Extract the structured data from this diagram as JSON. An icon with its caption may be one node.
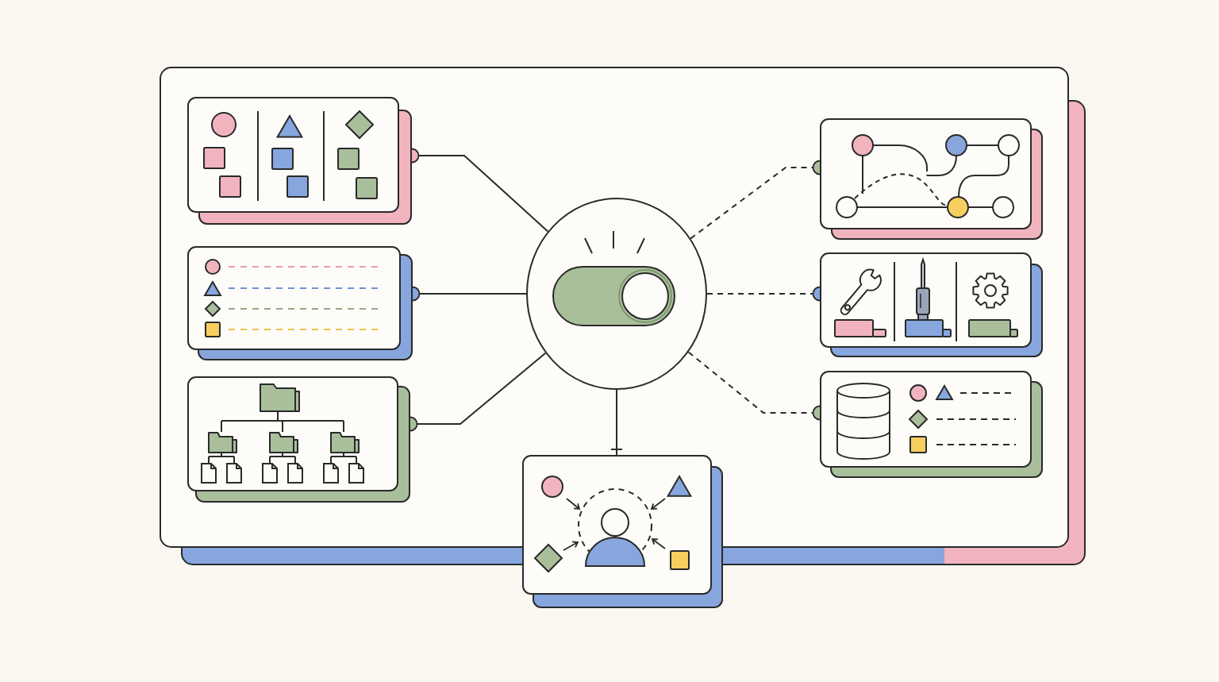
{
  "diagram": {
    "nodes": [
      {
        "text": [],
        "shape": "box"
      },
      {
        "text": [],
        "shape": "picture",
        "in": 0
      },
      {
        "text": [],
        "shape": "picture",
        "in": 0
      },
      {
        "text": [],
        "shape": "picture",
        "in": 0
      },
      {
        "text": [],
        "shape": "circle",
        "in": 0
      },
      {
        "text": [],
        "shape": "picture",
        "in": 0
      },
      {
        "text": [],
        "shape": "picture",
        "in": 0
      },
      {
        "text": [],
        "shape": "picture",
        "in": 0
      },
      {
        "text": [],
        "shape": "picture"
      }
    ],
    "edges": [
      {
        "from": 4,
        "to": 1,
        "arrow": "other"
      },
      {
        "from": 4,
        "to": 2,
        "arrow": "other"
      },
      {
        "from": 4,
        "to": 3,
        "arrow": "other"
      },
      {
        "from": 4,
        "to": 5,
        "arrow": "other",
        "style": "dashed"
      },
      {
        "from": 4,
        "to": 6,
        "arrow": "other",
        "style": "dashed"
      },
      {
        "from": 4,
        "to": 7,
        "arrow": "other",
        "style": "dashed"
      },
      {
        "from": 4,
        "to": 8,
        "arrow": "other"
      }
    ]
  }
}
